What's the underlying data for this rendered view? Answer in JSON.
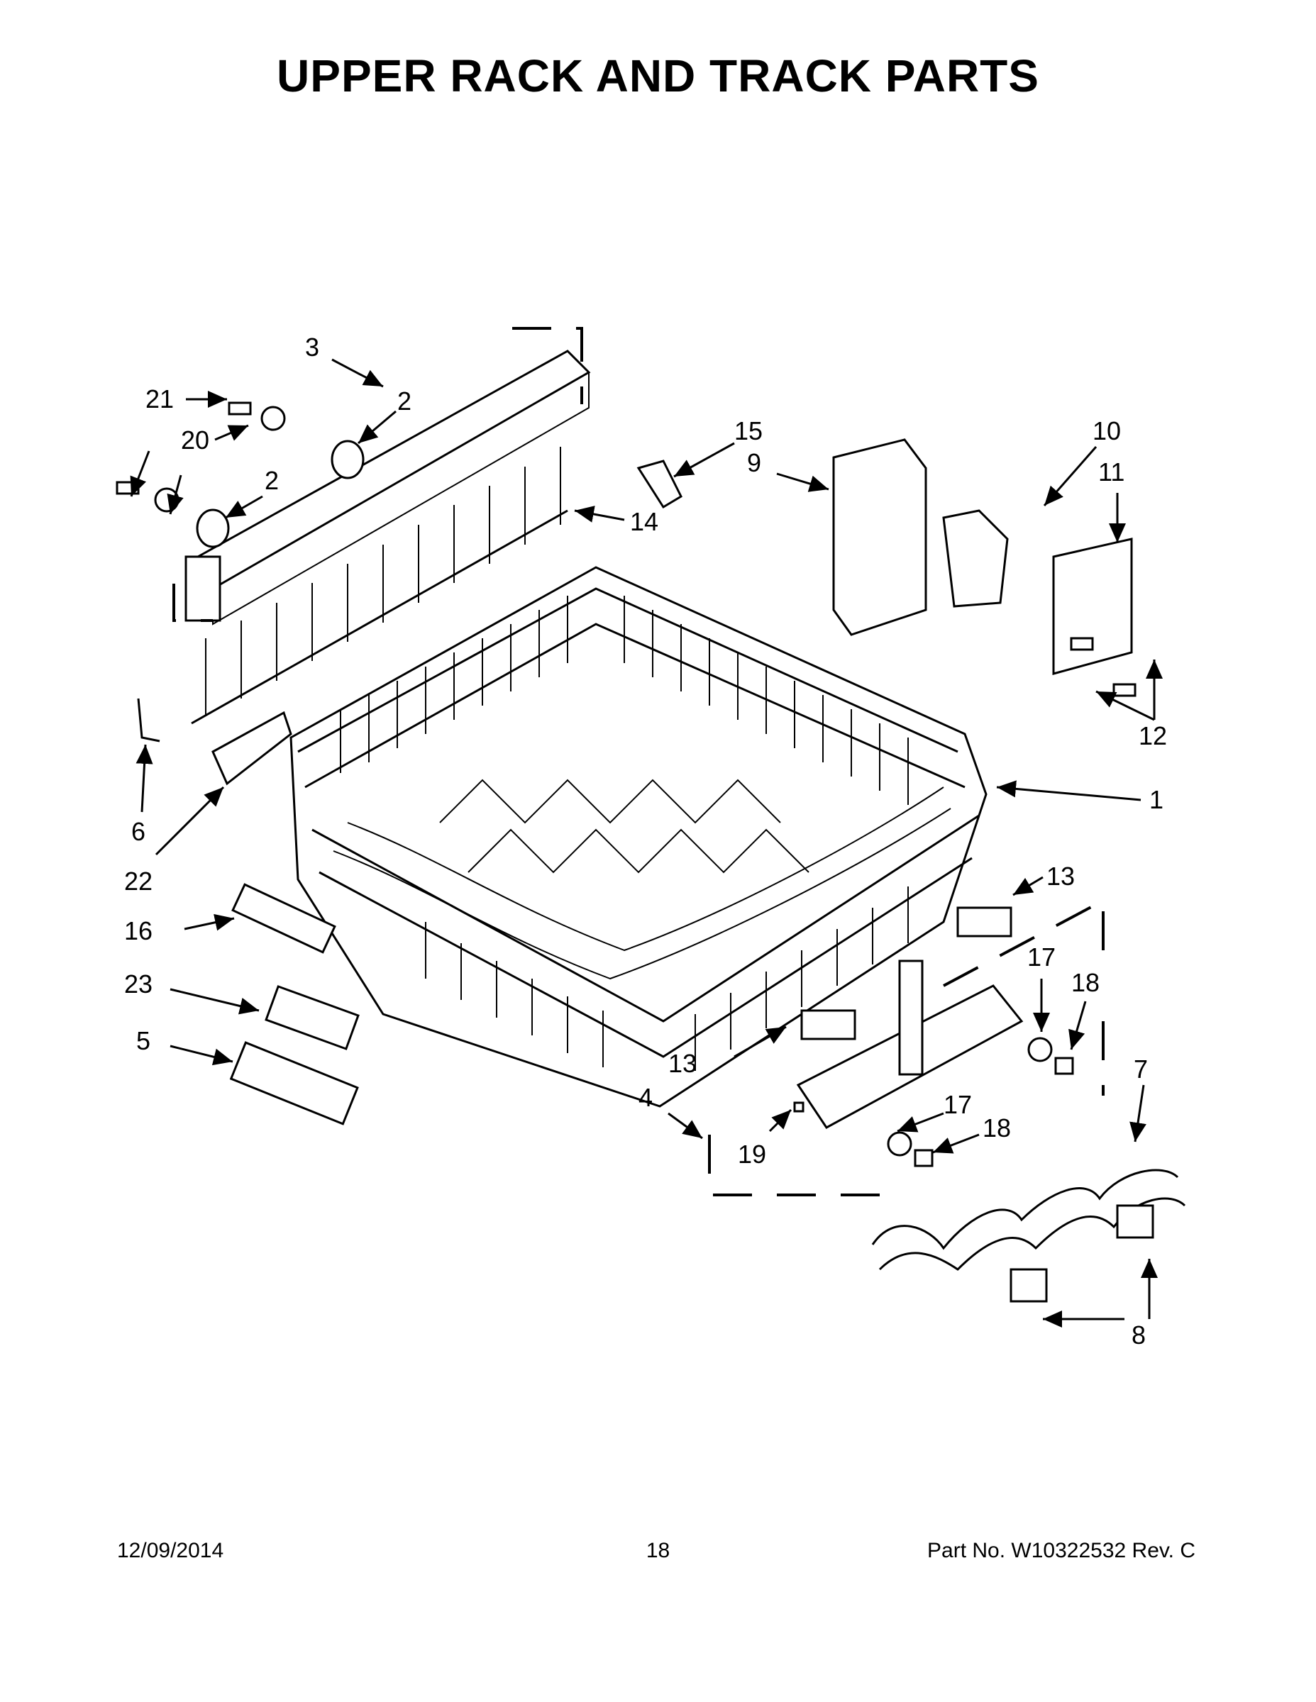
{
  "page": {
    "title": "UPPER RACK AND TRACK PARTS",
    "date": "12/09/2014",
    "page_number": "18",
    "part_number": "Part No.  W10322532  Rev.  C"
  },
  "callouts": {
    "c1": "1",
    "c2a": "2",
    "c2b": "2",
    "c3": "3",
    "c4": "4",
    "c5": "5",
    "c6": "6",
    "c7": "7",
    "c8": "8",
    "c9": "9",
    "c10": "10",
    "c11": "11",
    "c12": "12",
    "c13a": "13",
    "c13b": "13",
    "c14": "14",
    "c15": "15",
    "c16": "16",
    "c17a": "17",
    "c17b": "17",
    "c18a": "18",
    "c18b": "18",
    "c19": "19",
    "c20": "20",
    "c21": "21",
    "c22": "22",
    "c23": "23"
  }
}
